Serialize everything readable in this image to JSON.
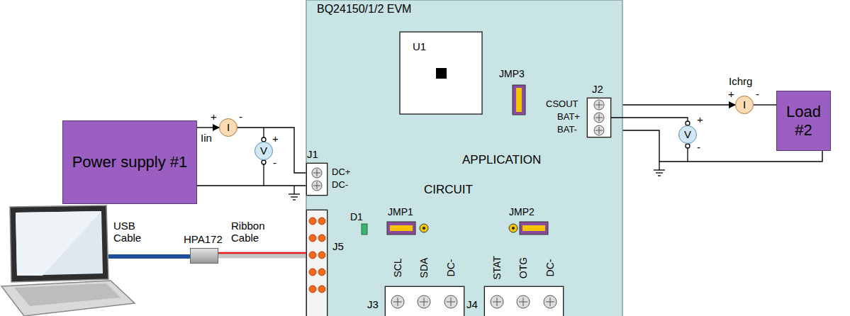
{
  "diagram": {
    "nodes": [
      {
        "text": [
          "BQ24150/1/2 EVM"
        ]
      },
      {
        "text": [
          "U1"
        ],
        "in": 0
      },
      {
        "text": [
          "J1"
        ],
        "in": 0
      },
      {
        "text": [
          "J2"
        ],
        "in": 0
      },
      {
        "text": [
          "J3"
        ],
        "in": 0
      },
      {
        "text": [
          "J4"
        ],
        "in": 0
      },
      {
        "text": [
          "J5"
        ],
        "in": 0
      },
      {
        "text": [
          "Power supply #1"
        ]
      },
      {
        "text": [
          "Load #2"
        ]
      },
      {
        "text": [
          "HPA172"
        ]
      },
      {
        "text": [
          "I"
        ]
      },
      {
        "text": [
          "V"
        ]
      },
      {
        "text": [
          "I"
        ]
      },
      {
        "text": [
          "V"
        ]
      }
    ],
    "edges": [
      {
        "from": 7,
        "to": 10,
        "arrow": "to"
      },
      {
        "from": 10,
        "to": 2,
        "arrow": "none"
      },
      {
        "from": 7,
        "to": 2,
        "arrow": "none"
      },
      {
        "from": 3,
        "to": 12,
        "arrow": "to"
      },
      {
        "from": 12,
        "to": 8,
        "arrow": "none"
      },
      {
        "from": 3,
        "to": 8,
        "arrow": "none"
      },
      {
        "from": 9,
        "to": 6,
        "arrow": "none"
      }
    ],
    "labels": [
      "JMP3",
      "APPLICATION",
      "CIRCUIT",
      "D1",
      "JMP1",
      "JMP2",
      "SCL",
      "SDA",
      "DC-",
      "STAT",
      "OTG",
      "DC-",
      "CSOUT",
      "BAT+",
      "BAT-",
      "DC+",
      "DC-",
      "Iin",
      "Ichrg",
      "USB Cable",
      "Ribbon Cable",
      "+",
      "-",
      "+",
      "-",
      "+",
      "-",
      "+",
      "-"
    ]
  }
}
